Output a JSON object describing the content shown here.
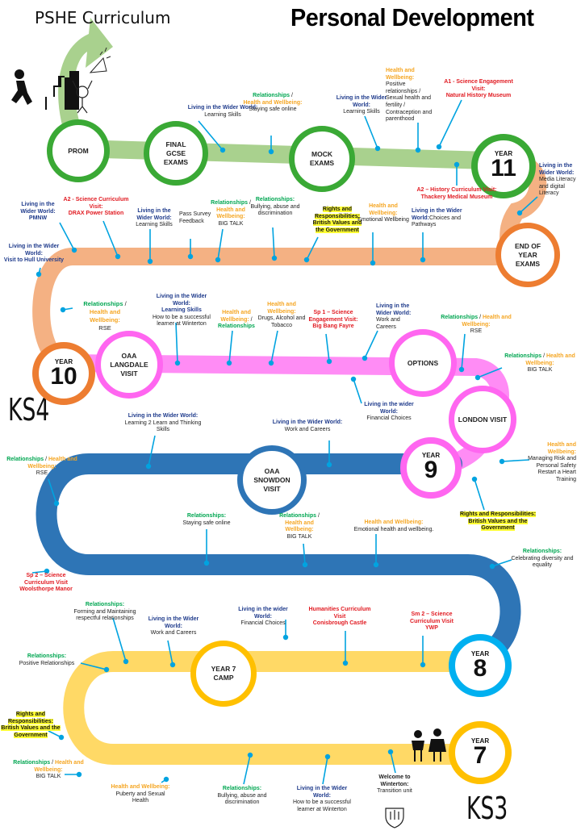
{
  "header": {
    "title": "PSHE Curriculum",
    "subtitle": "Personal Development"
  },
  "stages": {
    "ks4": "KS4",
    "ks3": "KS3"
  },
  "years": [
    {
      "t": "YEAR",
      "n": "11"
    },
    {
      "t": "YEAR",
      "n": "10"
    },
    {
      "t": "YEAR",
      "n": "9"
    },
    {
      "t": "YEAR",
      "n": "8"
    },
    {
      "t": "YEAR",
      "n": "7"
    }
  ],
  "stops": {
    "prom": "PROM",
    "gcse": "FINAL GCSE EXAMS",
    "mock": "MOCK EXAMS",
    "eoy": "END OF YEAR EXAMS",
    "oaa_langdale": "OAA LANGDALE VISIT",
    "options": "OPTIONS",
    "london": "LONDON VISIT",
    "oaa_snowdon": "OAA SNOWDON VISIT",
    "camp": "YEAR 7 CAMP"
  },
  "labels": {
    "a1": [
      "Living in the Wider World:",
      " Learning Skills"
    ],
    "a2": [
      "Relationships",
      " / ",
      "Health and Wellbeing:",
      "Staying safe online"
    ],
    "a3": [
      "Living in the Wider World:",
      "Learning Skills"
    ],
    "a4": [
      "Health and Wellbeing:",
      "Positive relationships / Sexual health and fertility / Contraception and parenthood"
    ],
    "a5": [
      "A1 - Science Engagement Visit:",
      "Natural History Museum"
    ],
    "a6": [
      "Living in the Wider World:",
      "Media Literacy and digital Literacy"
    ],
    "a7": [
      "A2 – History Curriculum Visit:",
      "Thackery Medical Museum"
    ],
    "b1": [
      "Living in the Wider World:",
      "PMNW"
    ],
    "b2": [
      "A2 - Science Curriculum Visit:",
      "DRAX Power Station"
    ],
    "b3": [
      "Living in the Wider World:",
      "Learning Skills"
    ],
    "b4": [
      "Pass Survey Feedback"
    ],
    "b5": [
      "Relationships",
      " / ",
      "Health and Wellbeing:",
      "BIG TALK"
    ],
    "b6": [
      "Relationships:",
      "Bullying, abuse and discrimination"
    ],
    "b7": [
      "Rights and Responsibilities: British Values and the Government"
    ],
    "b8": [
      "Health and Wellbeing:",
      "Emotional Wellbeing"
    ],
    "b9": [
      "Living in the Wider World:",
      "Choices and Pathways"
    ],
    "b10": [
      "Living in the Wider World:",
      "Visit to Hull University"
    ],
    "c1": [
      "Relationships",
      " / ",
      "Health and Wellbeing:",
      "RSE"
    ],
    "c2": [
      "Living in the Wider World:",
      "Learning Skills",
      "How to be a successful learner at Winterton"
    ],
    "c3": [
      "Health and Wellbeing:",
      " / ",
      "Relationships"
    ],
    "c4": [
      "Health and Wellbeing:",
      "Drugs, Alcohol and Tobacco"
    ],
    "c5": [
      "Sp 1 – Science Engagement Visit:",
      "Big Bang Fayre"
    ],
    "c6": [
      "Living in the Wider World:",
      "Work and Careers"
    ],
    "c7": [
      "Relationships",
      " / ",
      "Health and Wellbeing:",
      "RSE"
    ],
    "c8": [
      "Relationships",
      " / ",
      "Health and Wellbeing:",
      "BIG TALK"
    ],
    "c9": [
      "Living in the wider World:",
      "Financial Choices"
    ],
    "d1": [
      "Living in the Wider World:",
      "Learning 2 Learn and Thinking Skills"
    ],
    "d2": [
      "Living in the Wider World:",
      "Work and Careers"
    ],
    "d3": [
      "Health and Wellbeing:",
      "Managing Risk and Personal Safety",
      "Restart a Heart Training"
    ],
    "d4": [
      "Relationships",
      " / ",
      "Health and Wellbeing:",
      "RSE"
    ],
    "d5": [
      "Rights and Responsibilities: British Values and the Government"
    ],
    "e1": [
      "Relationships:",
      "Staying safe online"
    ],
    "e2": [
      "Relationships",
      " / ",
      "Health and Wellbeing:",
      "BIG TALK"
    ],
    "e3": [
      "Health and Wellbeing:",
      "Emotional health and wellbeing."
    ],
    "e4": [
      "Relationships:",
      "Celebrating diversity and equality"
    ],
    "e5": [
      "Sp 2 – Science Curriculum Visit",
      "Woolsthorpe Manor"
    ],
    "f1": [
      "Relationships:",
      "Forming and Maintaining respectful relationships"
    ],
    "f2": [
      "Living in the Wider World:",
      "Work and Careers"
    ],
    "f3": [
      "Living in the wider World:",
      "Financial Choices"
    ],
    "f4": [
      "Humanities Curriculum Visit",
      "Conisbrough Castle"
    ],
    "f5": [
      "Sm 2 – Science Curriculum Visit",
      "YWP"
    ],
    "f6": [
      "Relationships:",
      "Positive Relationships"
    ],
    "g1": [
      "Rights and Responsibilities: British Values and the Government"
    ],
    "g2": [
      "Relationships",
      " / ",
      "Health and Wellbeing:",
      "BIG TALK"
    ],
    "g3": [
      "Health and Wellbeing:",
      "Puberty and Sexual Health"
    ],
    "g4": [
      "Relationships:",
      "Bullying, abuse and discrimination"
    ],
    "g5": [
      "Living in the Wider World:",
      "How to be a successful learner at Winterton"
    ],
    "g6": [
      "Welcome to Winterton:",
      "Transition unit"
    ]
  },
  "colors": {
    "y11": "#a9d18e",
    "y10": "#f4b183",
    "y9l": "#ff8cf5",
    "y9": "#2e75b6",
    "y7": "#ffd966",
    "ring_green": "#3aa935",
    "ring_orange": "#ed7d31",
    "ring_pink": "#ff66f0",
    "ring_blue": "#00b0f0",
    "ring_yellow": "#ffc000"
  }
}
